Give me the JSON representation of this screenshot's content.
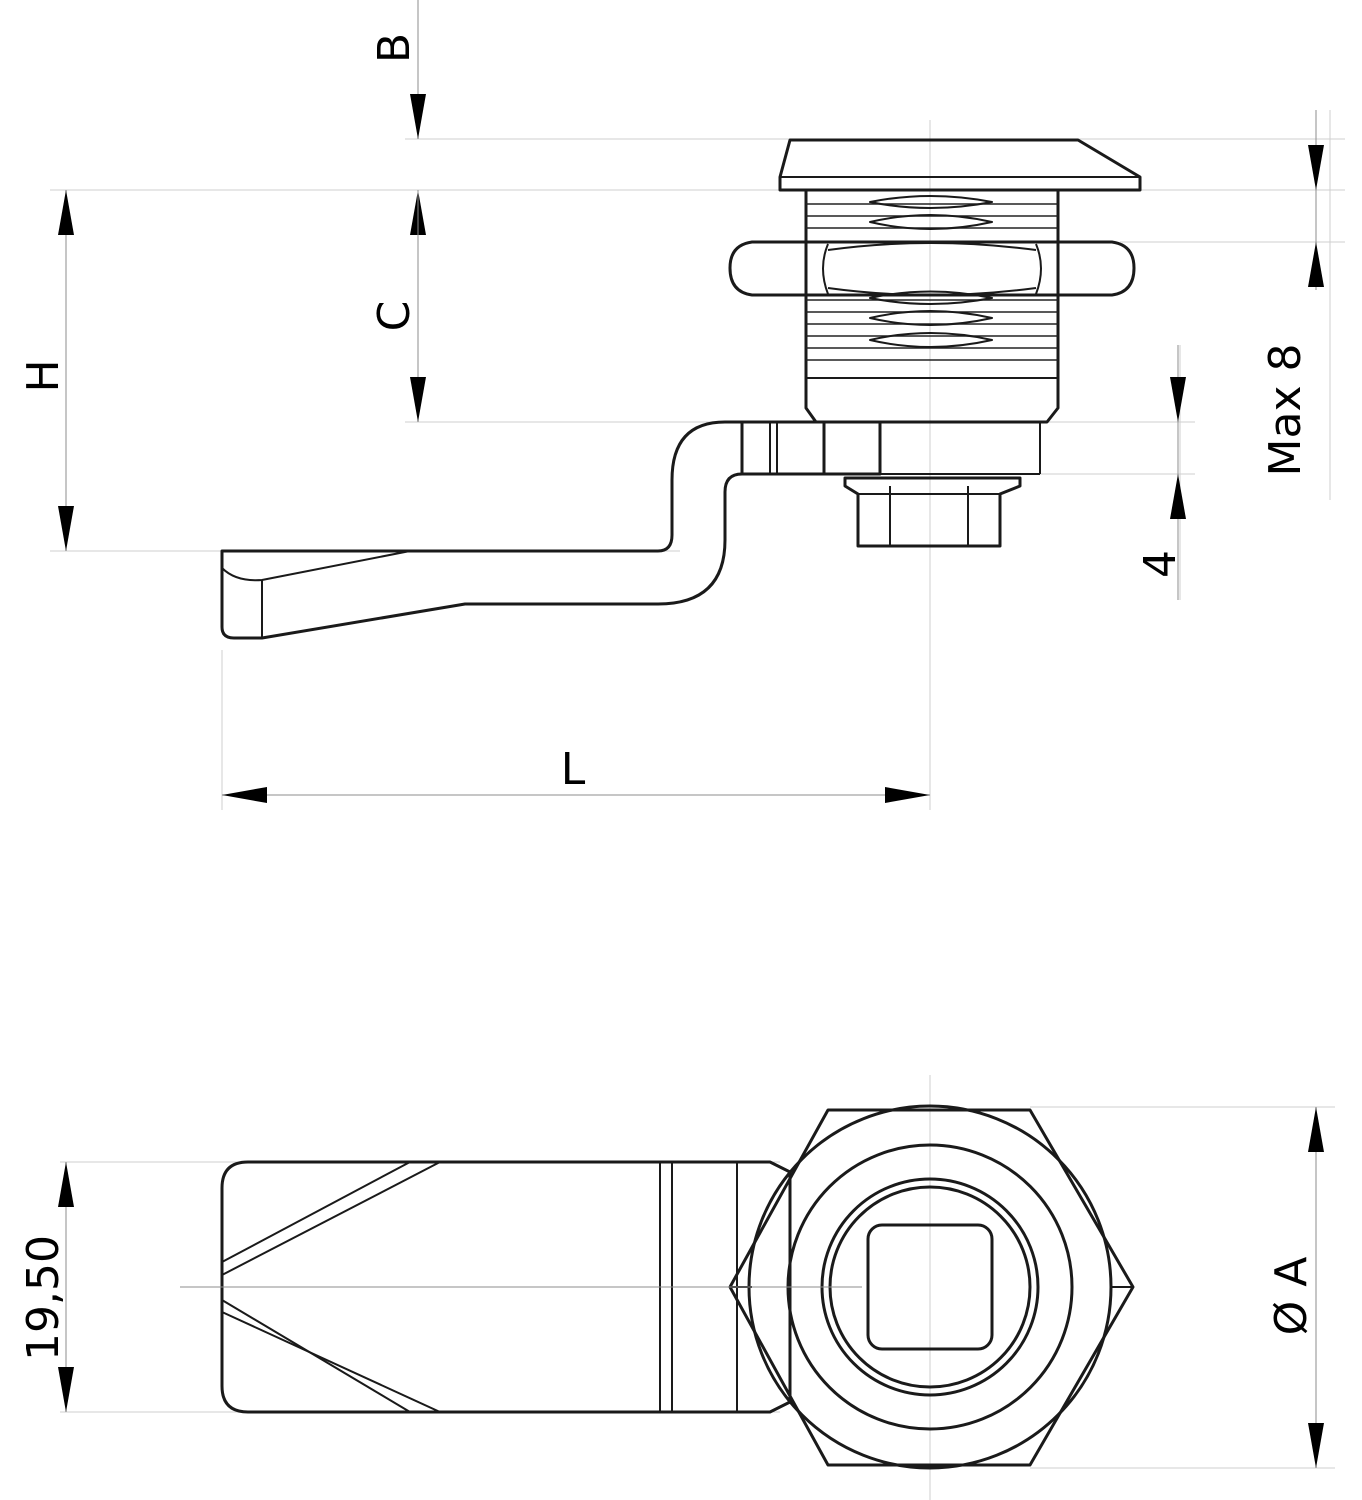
{
  "labels": {
    "b": "B",
    "c": "C",
    "h": "H",
    "max8": "Max 8",
    "four": "4",
    "l": "L",
    "width": "19,50",
    "diam": "Ø A"
  },
  "colors": {
    "line": "#1a1a1a",
    "extension": "#cfcfcf"
  }
}
